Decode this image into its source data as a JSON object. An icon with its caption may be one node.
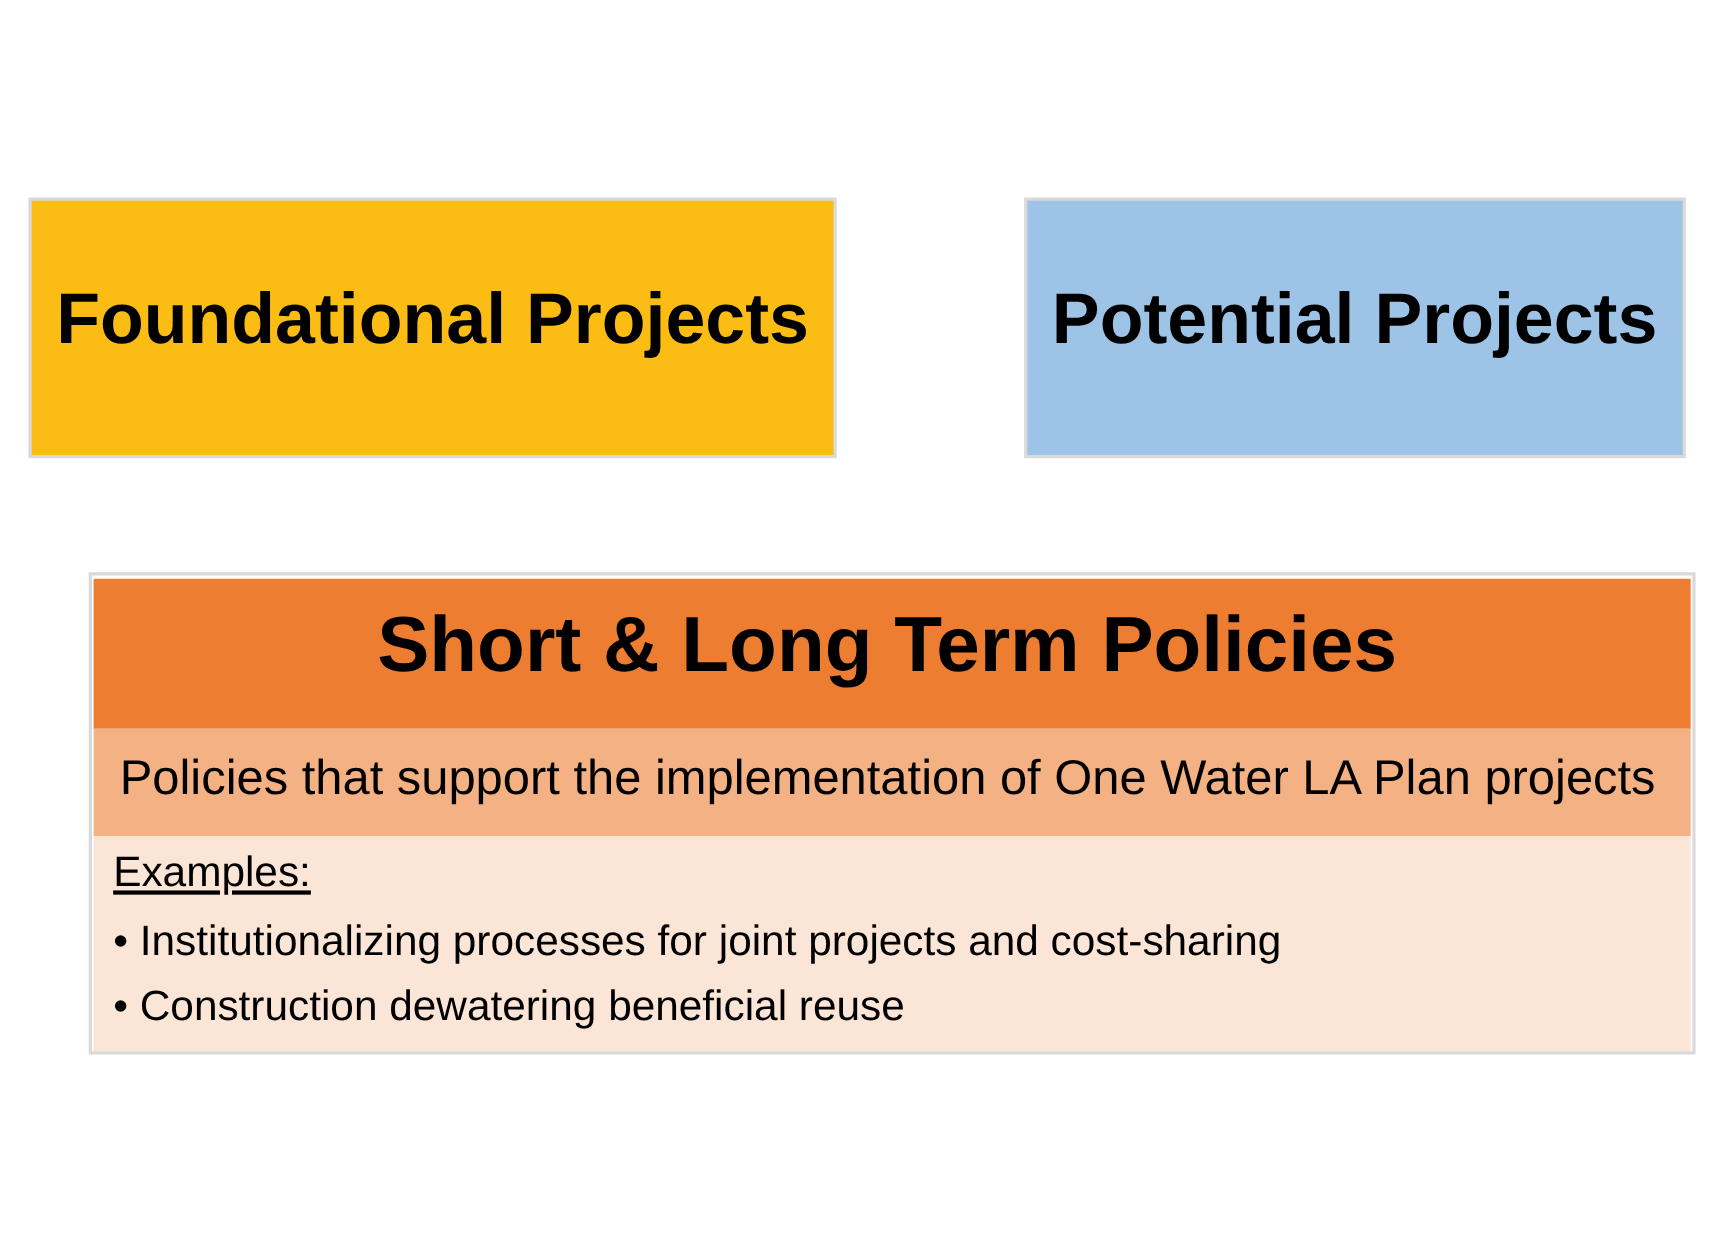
{
  "diagram": {
    "nodes": [
      {
        "text": [
          "Foundational Projects"
        ]
      },
      {
        "text": [
          "Potential Projects"
        ]
      },
      {
        "text": [
          "Short & Long Term Policies",
          "Policies that support the implementation of One Water LA Plan projects",
          "Examples:",
          "• Institutionalizing processes for joint projects and cost-sharing",
          "• Construction dewatering beneficial reuse"
        ]
      }
    ]
  }
}
